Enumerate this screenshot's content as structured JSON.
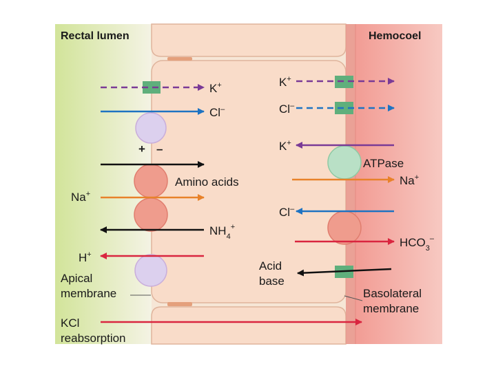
{
  "titles": {
    "left": "Rectal lumen",
    "right": "Hemocoel"
  },
  "labels": {
    "k_left": "K",
    "k_left_sup": "+",
    "cl_left": "Cl",
    "cl_left_sup": "–",
    "charge_plus": "+",
    "charge_minus": "–",
    "amino_acids": "Amino acids",
    "na_left": "Na",
    "na_left_sup": "+",
    "nh4": "NH",
    "nh4_sub": "4",
    "nh4_sup": "+",
    "h_left": "H",
    "h_left_sup": "+",
    "apical_line1": "Apical",
    "apical_line2": "membrane",
    "kcl_line1": "KCl",
    "kcl_line2": "reabsorption",
    "k_right1": "K",
    "k_right1_sup": "+",
    "cl_right1": "Cl",
    "cl_right1_sup": "–",
    "k_right2": "K",
    "k_right2_sup": "+",
    "atpase": "ATPase",
    "na_right": "Na",
    "na_right_sup": "+",
    "cl_right2": "Cl",
    "cl_right2_sup": "–",
    "hco3": "HCO",
    "hco3_sub": "3",
    "hco3_sup": "–",
    "acid_line1": "Acid",
    "acid_line2": "base",
    "basolateral_line1": "Basolateral",
    "basolateral_line2": "membrane"
  },
  "colors": {
    "purple": "#7a3a96",
    "blue": "#1e73c2",
    "black": "#111111",
    "orange": "#e8822a",
    "red": "#d9253f",
    "cell": "#f8dcc8",
    "cell_edge": "#d9a98f",
    "channel_green": "#5faf7c",
    "transporter_lavender": "#dcd0ee",
    "transporter_salmon": "#ef9c8d",
    "atpase_green": "#b9e0c6",
    "lumen_green": "#d6e6a0",
    "hemocoel_red": "#f1a29a"
  }
}
